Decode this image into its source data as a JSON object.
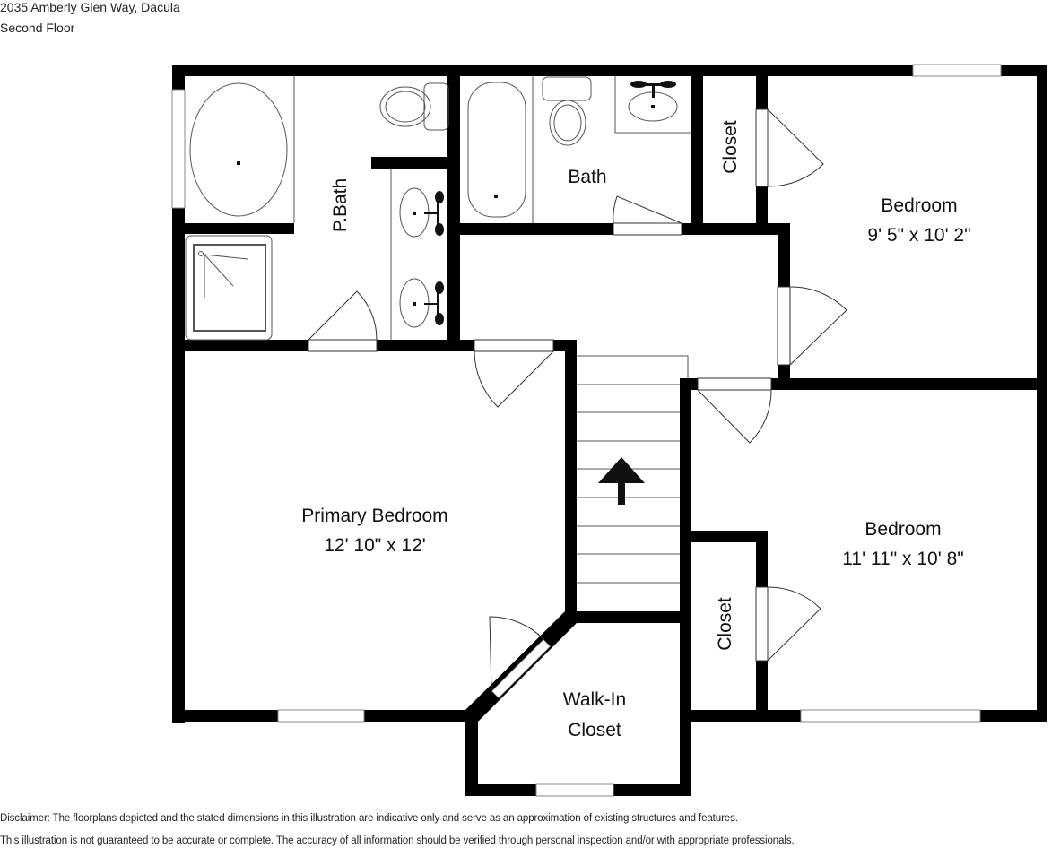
{
  "header": {
    "address": "2035 Amberly Glen Way, Dacula",
    "floor": "Second Floor"
  },
  "rooms": {
    "primary_bath": {
      "name": "P.Bath"
    },
    "bath": {
      "name": "Bath"
    },
    "closet_top": {
      "name": "Closet"
    },
    "bedroom_top": {
      "name": "Bedroom",
      "dimensions": "9' 5\" x 10' 2\""
    },
    "primary_bedroom": {
      "name": "Primary Bedroom",
      "dimensions": "12' 10\" x 12'"
    },
    "bedroom_bottom": {
      "name": "Bedroom",
      "dimensions": "11' 11\" x 10' 8\""
    },
    "closet_bottom": {
      "name": "Closet"
    },
    "walk_in_closet": {
      "name_line1": "Walk-In",
      "name_line2": "Closet"
    }
  },
  "symbols": {
    "stairs_arrow": "arrow-up-icon",
    "fixtures": [
      "bathtub-oval",
      "shower-stall",
      "toilet",
      "double-vanity-sink",
      "bathtub",
      "toilet",
      "sink"
    ]
  },
  "colors": {
    "wall": "#000000",
    "fixture_line": "#555555",
    "background": "#ffffff"
  },
  "disclaimer": {
    "line1": "Disclaimer: The floorplans depicted and the stated dimensions in this illustration are indicative only and serve as an approximation of existing structures and features.",
    "line2": "This illustration is not guaranteed to be accurate or complete. The accuracy of all information should be verified through personal inspection and/or with appropriate professionals."
  }
}
